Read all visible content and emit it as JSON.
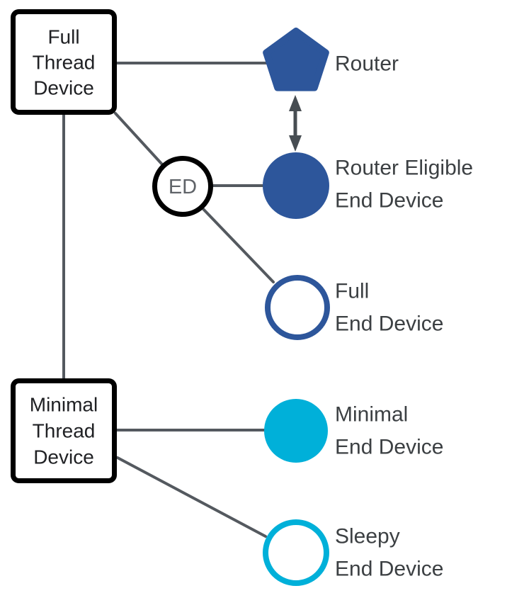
{
  "colors": {
    "blue": "#2d569b",
    "cyan": "#00b0d9",
    "connector": "#54595f",
    "arrow": "#474d52",
    "box_border": "#000000",
    "box_fill": "#ffffff",
    "box_text": "#202124",
    "label_text": "#3c4043",
    "ed_text": "#5f6368",
    "background": "#ffffff"
  },
  "boxes": {
    "full_thread_device": {
      "line1": "Full",
      "line2": "Thread",
      "line3": "Device"
    },
    "minimal_thread_device": {
      "line1": "Minimal",
      "line2": "Thread",
      "line3": "Device"
    }
  },
  "nodes": {
    "router": {
      "icon": "pentagon-icon",
      "label": "Router"
    },
    "router_eligible_end_device": {
      "icon": "filled-circle-icon",
      "label_line1": "Router Eligible",
      "label_line2": "End Device"
    },
    "full_end_device": {
      "icon": "outlined-circle-icon",
      "label_line1": "Full",
      "label_line2": "End Device"
    },
    "minimal_end_device": {
      "icon": "filled-circle-icon",
      "label_line1": "Minimal",
      "label_line2": "End Device"
    },
    "sleepy_end_device": {
      "icon": "outlined-circle-icon",
      "label_line1": "Sleepy",
      "label_line2": "End Device"
    },
    "end_device_badge": {
      "icon": "outlined-circle-icon",
      "label": "ED"
    }
  }
}
